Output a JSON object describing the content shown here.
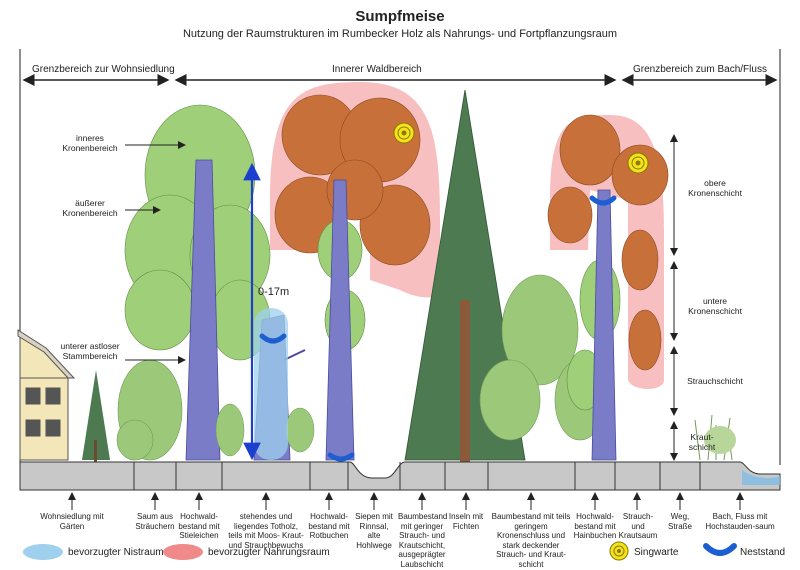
{
  "title": "Sumpfmeise",
  "subtitle": "Nutzung der Raumstrukturen im Rumbecker Holz als Nahrungs- und Fortpflanzungsraum",
  "zones": {
    "left": "Grenzbereich zur Wohnsiedlung",
    "middle": "Innerer Waldbereich",
    "right": "Grenzbereich zum Bach/Fluss"
  },
  "tree_zones": {
    "inner_crown": "inneres Kronenbereich",
    "outer_crown": "äußerer Kronenbereich",
    "lower_trunk": "unterer astloser Stammbereich"
  },
  "height_label": "0-17m",
  "layers": {
    "upper_crown": "obere Kronenschicht",
    "lower_crown": "untere Kronenschicht",
    "shrub": "Strauchschicht",
    "herb": "Kraut-schicht"
  },
  "ground_labels": [
    "Wohnsiedlung mit Gärten",
    "Saum aus Sträuchern",
    "Hochwald-bestand mit Stieleichen",
    "stehendes und liegendes Totholz, teils mit Moos- Kraut- und Strauchbewuchs",
    "Hochwald-bestand mit Rotbuchen",
    "Siepen mit Rinnsal, alte Hohlwege",
    "Baumbestand mit geringer Strauch- und Krautschicht, ausgeprägter Laubschicht",
    "Inseln mit Fichten",
    "Baumbestand mit teils geringem Kronenschluss und stark deckender Strauch- und Kraut-schicht",
    "Hochwald-bestand mit Hainbuchen",
    "Strauch- und Krautsaum",
    "Weg, Straße",
    "Bach, Fluss mit Hochstauden-saum"
  ],
  "legend": {
    "nest": "bevorzugter Nistraum",
    "food": "bevorzugter Nahrungsraum",
    "sing": "Singwarte",
    "neststand": "Neststand"
  },
  "colors": {
    "nest": "#9fd0ee",
    "food": "#f08a8a",
    "ground": "#c8c8c8",
    "leaf_green": "#8fc56a",
    "leaf_brown": "#c8703a",
    "trunk": "#7a7cc8",
    "spruce": "#4e7a52"
  }
}
